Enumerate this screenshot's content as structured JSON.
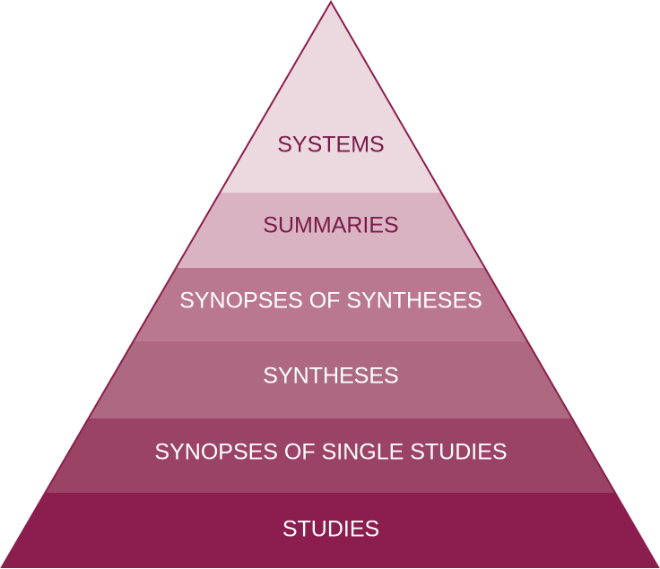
{
  "diagram": {
    "type": "pyramid",
    "outline_color": "#8b1e4f",
    "tiers": [
      {
        "label": "SYSTEMS",
        "fill": "#ecd8df",
        "text_color": "#7a1a48"
      },
      {
        "label": "SUMMARIES",
        "fill": "#d9b3c2",
        "text_color": "#7a1a48"
      },
      {
        "label": "SYNOPSES OF SYNTHESES",
        "fill": "#b9788f",
        "text_color": "#ffffff"
      },
      {
        "label": "SYNTHESES",
        "fill": "#ad6981",
        "text_color": "#ffffff"
      },
      {
        "label": "SYNOPSES OF SINGLE STUDIES",
        "fill": "#9a4365",
        "text_color": "#ffffff"
      },
      {
        "label": "STUDIES",
        "fill": "#8b1e4f",
        "text_color": "#ffffff"
      }
    ]
  }
}
